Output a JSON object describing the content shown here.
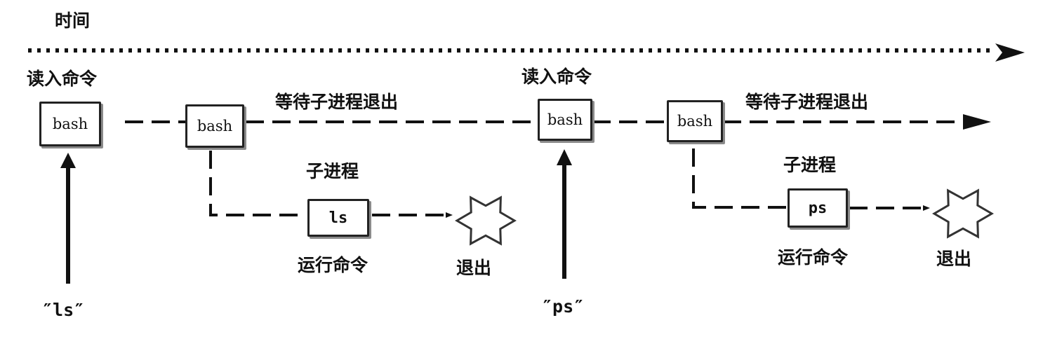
{
  "timeline": {
    "label": "时间"
  },
  "cycles": [
    {
      "read_label": "读入命令",
      "shell_box": "bash",
      "fork_box": "bash",
      "wait_label": "等待子进程退出",
      "child_label": "子进程",
      "child_box": "ls",
      "run_label": "运行命令",
      "exit_label": "退出",
      "input_text": "″ls″"
    },
    {
      "read_label": "读入命令",
      "shell_box": "bash",
      "fork_box": "bash",
      "wait_label": "等待子进程退出",
      "child_label": "子进程",
      "child_box": "ps",
      "run_label": "运行命令",
      "exit_label": "退出",
      "input_text": "″ps″"
    }
  ]
}
